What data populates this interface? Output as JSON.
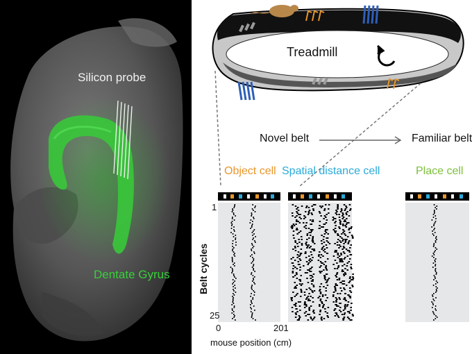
{
  "brain": {
    "probe_label": "Silicon probe",
    "region_label": "Dentate Gyrus"
  },
  "treadmill": {
    "label": "Treadmill"
  },
  "conditions": {
    "novel": "Novel belt",
    "familiar": "Familiar belt"
  },
  "cells": {
    "object": "Object cell",
    "spatial": "Spatial distance cell",
    "place": "Place cell"
  },
  "raster": {
    "y_label": "Belt cycles",
    "y_top": "1",
    "y_bottom": "25",
    "x_start": "0",
    "x_end": "201",
    "x_label": "mouse position (cm)"
  },
  "colors": {
    "object": "#e8962a",
    "spatial": "#2aaad8",
    "place": "#7cbf3a",
    "brain_region": "#36d13a"
  }
}
